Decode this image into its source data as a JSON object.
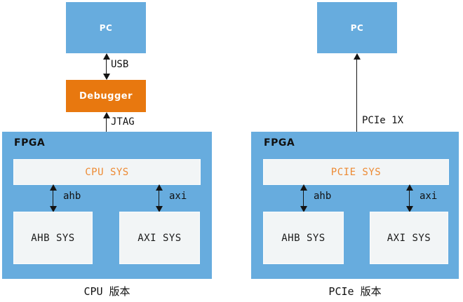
{
  "colors": {
    "node_blue": "#67ACDE",
    "debugger_orange": "#E8780F",
    "panel_fill": "#F2F5F6",
    "accent_text_orange": "#ED8A33",
    "arrow_black": "#141414"
  },
  "left": {
    "pc": "PC",
    "usb": "USB",
    "debugger": "Debugger",
    "jtag": "JTAG",
    "fpga": "FPGA",
    "top_sys": "CPU SYS",
    "ahb": "ahb",
    "axi": "axi",
    "ahb_sys": "AHB SYS",
    "axi_sys": "AXI SYS",
    "caption": "CPU 版本"
  },
  "right": {
    "pc": "PC",
    "link": "PCIe 1X",
    "fpga": "FPGA",
    "top_sys": "PCIE SYS",
    "ahb": "ahb",
    "axi": "axi",
    "ahb_sys": "AHB SYS",
    "axi_sys": "AXI SYS",
    "caption": "PCIe 版本"
  }
}
